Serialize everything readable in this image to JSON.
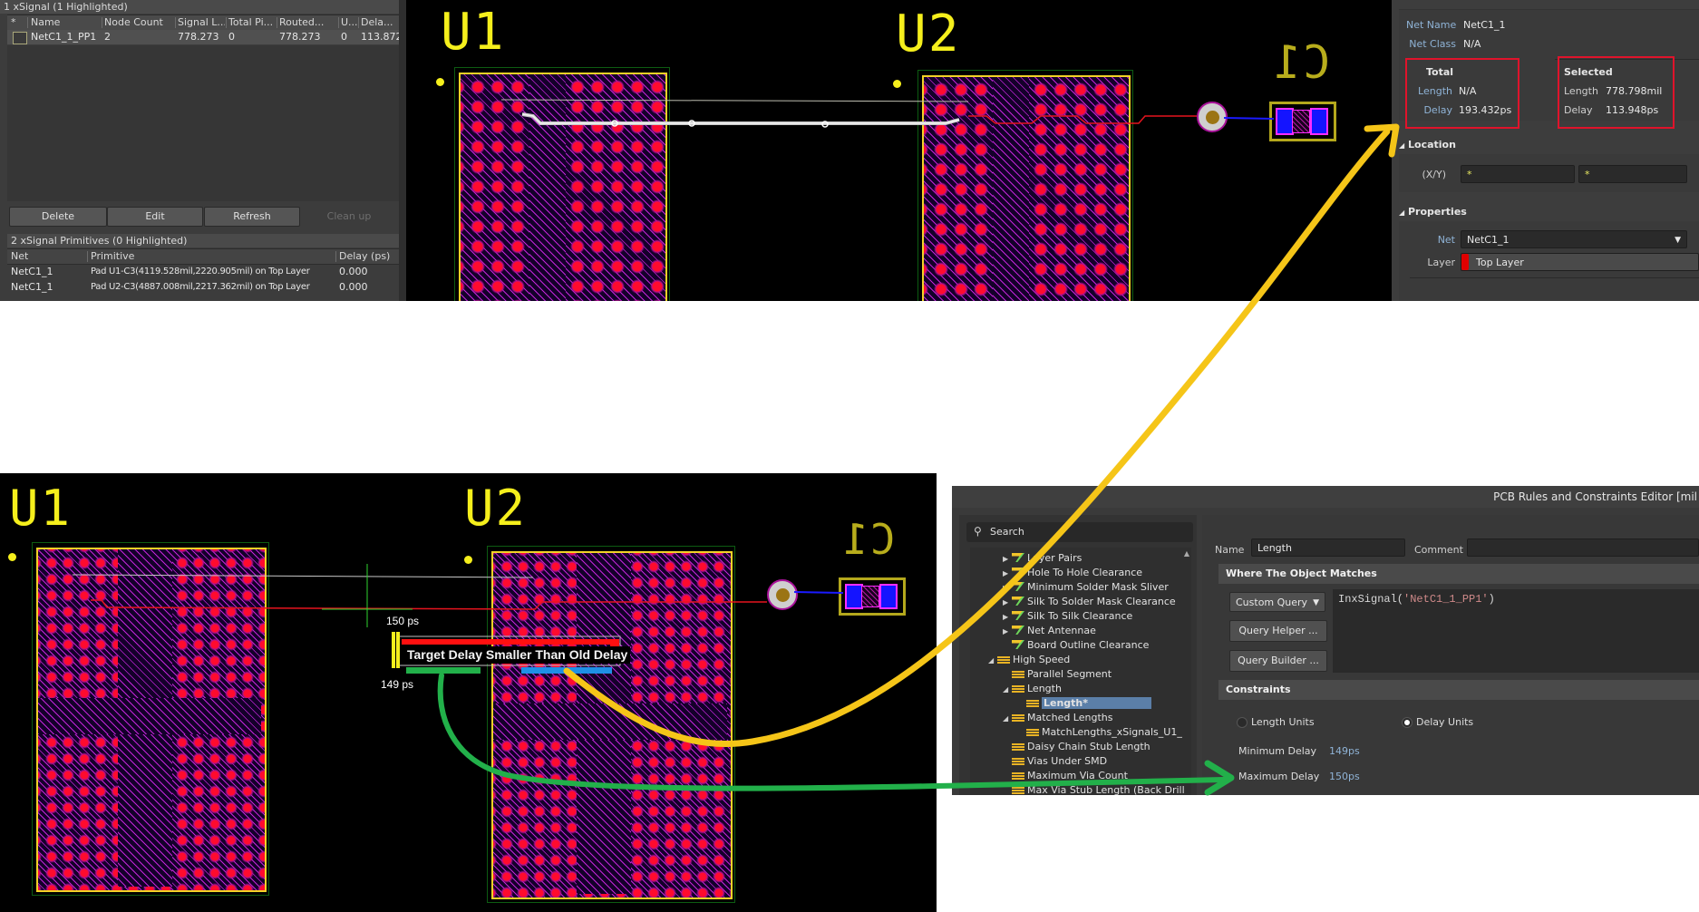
{
  "xsignals_panel": {
    "title": "1 xSignal (1 Highlighted)",
    "columns": [
      "*",
      "Name",
      "Node Count",
      "Signal L...",
      "Total Pi...",
      "Routed...",
      "U...",
      "Dela..."
    ],
    "rows": [
      {
        "name": "NetC1_1_PP1",
        "node_count": "2",
        "signal_length": "778.273",
        "total_pin": "0",
        "routed": "778.273",
        "unrouted": "0",
        "delay": "113.872"
      }
    ],
    "buttons": {
      "delete": "Delete",
      "edit": "Edit",
      "refresh": "Refresh",
      "cleanup": "Clean up"
    },
    "primitives": {
      "title": "2 xSignal Primitives (0 Highlighted)",
      "columns": [
        "Net",
        "Primitive",
        "Delay (ps)"
      ],
      "rows": [
        {
          "net": "NetC1_1",
          "primitive": "Pad U1-C3(4119.528mil,2220.905mil) on Top Layer",
          "delay": "0.000"
        },
        {
          "net": "NetC1_1",
          "primitive": "Pad U2-C3(4887.008mil,2217.362mil) on Top Layer",
          "delay": "0.000"
        }
      ]
    }
  },
  "pcb_top": {
    "designators": {
      "u1": "U1",
      "u2": "U2",
      "c1": "C1"
    }
  },
  "pcb_bottom": {
    "designators": {
      "u1": "U1",
      "u2": "U2",
      "c1": "C1"
    },
    "tuning": {
      "max_label": "150 ps",
      "min_label": "149 ps",
      "message": "Target Delay Smaller Than Old Delay"
    }
  },
  "properties_panel": {
    "net_name_label": "Net Name",
    "net_name": "NetC1_1",
    "net_class_label": "Net Class",
    "net_class": "N/A",
    "total": {
      "heading": "Total",
      "length_label": "Length",
      "length": "N/A",
      "delay_label": "Delay",
      "delay": "193.432ps"
    },
    "selected": {
      "heading": "Selected",
      "length_label": "Length",
      "length": "778.798mil",
      "delay_label": "Delay",
      "delay": "113.948ps"
    },
    "location": {
      "heading": "Location",
      "xy_label": "(X/Y)",
      "x": "*",
      "y": "*"
    },
    "properties": {
      "heading": "Properties",
      "net_label": "Net",
      "net": "NetC1_1",
      "layer_label": "Layer",
      "layer": "Top Layer",
      "layer_color": "#e00000"
    }
  },
  "rules_editor": {
    "title": "PCB Rules and Constraints Editor [mil",
    "search_placeholder": "Search",
    "tree": [
      {
        "label": "Layer Pairs",
        "type": "rule",
        "level": 2,
        "expander": "closed"
      },
      {
        "label": "Hole To Hole Clearance",
        "type": "rule",
        "level": 2,
        "expander": "closed"
      },
      {
        "label": "Minimum Solder Mask Sliver",
        "type": "rule",
        "level": 2,
        "expander": "closed"
      },
      {
        "label": "Silk To Solder Mask Clearance",
        "type": "rule",
        "level": 2,
        "expander": "closed"
      },
      {
        "label": "Silk To Silk Clearance",
        "type": "rule",
        "level": 2,
        "expander": "closed"
      },
      {
        "label": "Net Antennae",
        "type": "rule",
        "level": 2,
        "expander": "closed"
      },
      {
        "label": "Board Outline Clearance",
        "type": "rule",
        "level": 2,
        "expander": "none"
      },
      {
        "label": "High Speed",
        "type": "category",
        "level": 1,
        "expander": "open"
      },
      {
        "label": "Parallel Segment",
        "type": "category",
        "level": 2,
        "expander": "none"
      },
      {
        "label": "Length",
        "type": "category",
        "level": 2,
        "expander": "open"
      },
      {
        "label": "Length*",
        "type": "category",
        "level": 3,
        "expander": "none",
        "selected": true
      },
      {
        "label": "Matched Lengths",
        "type": "category",
        "level": 2,
        "expander": "open"
      },
      {
        "label": "MatchLengths_xSignals_U1_",
        "type": "category",
        "level": 3,
        "expander": "none"
      },
      {
        "label": "Daisy Chain Stub Length",
        "type": "category",
        "level": 2,
        "expander": "none"
      },
      {
        "label": "Vias Under SMD",
        "type": "category",
        "level": 2,
        "expander": "none"
      },
      {
        "label": "Maximum Via Count",
        "type": "category",
        "level": 2,
        "expander": "none"
      },
      {
        "label": "Max Via Stub Length (Back Drill",
        "type": "category",
        "level": 2,
        "expander": "none"
      }
    ],
    "name_label": "Name",
    "name_value": "Length",
    "comment_label": "Comment",
    "comment_value": "",
    "where_heading": "Where The Object Matches",
    "query_type": "Custom Query",
    "query_text_prefix": "InxSignal(",
    "query_text_arg": "'NetC1_1_PP1'",
    "query_text_suffix": ")",
    "query_helper": "Query Helper ...",
    "query_builder": "Query Builder ...",
    "constraints_heading": "Constraints",
    "length_units": "Length Units",
    "delay_units": "Delay Units",
    "units_selected": "Delay Units",
    "min_delay_label": "Minimum Delay",
    "min_delay": "149ps",
    "max_delay_label": "Maximum Delay",
    "max_delay": "150ps"
  },
  "annotations": {
    "yellow_arrow_color": "#f5c518",
    "green_arrow_color": "#22b04a",
    "highlight_box_color": "#e0132b"
  }
}
